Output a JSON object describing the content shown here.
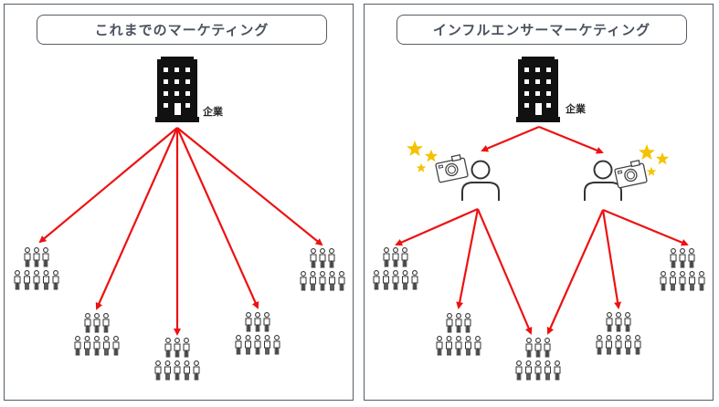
{
  "left_panel": {
    "title": "これまでのマーケティング",
    "company_label": "企業"
  },
  "right_panel": {
    "title": "インフルエンサーマーケティング",
    "company_label": "企業"
  },
  "colors": {
    "arrow": "#ee1111",
    "frame": "#555d66",
    "star": "#f5c200",
    "icon": "#111111"
  },
  "icons": {
    "company": "building-icon",
    "audience": "people-group-icon",
    "influencer": "person-icon",
    "camera": "camera-icon",
    "star": "star-icon"
  }
}
